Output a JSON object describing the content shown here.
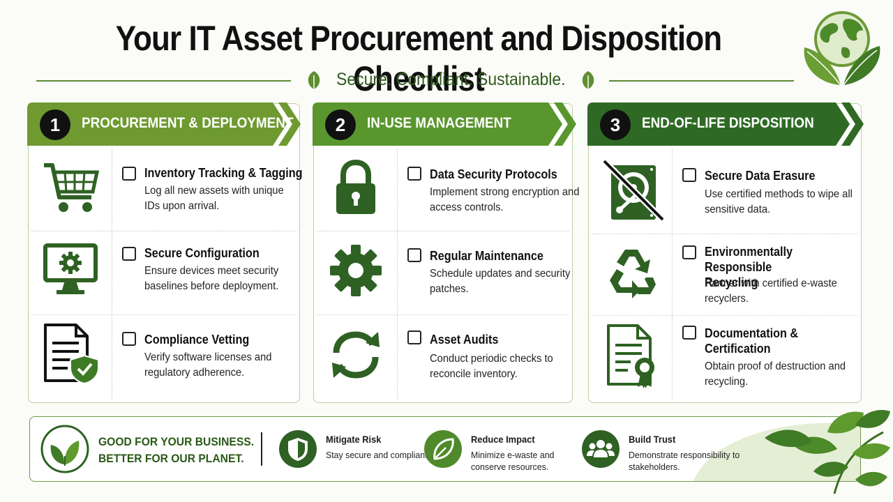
{
  "header": {
    "title": "Your IT Asset Procurement and Disposition Checklist",
    "subtitle": "Secure. Compliant. Sustainable."
  },
  "colors": {
    "light_green": "#6e9a30",
    "mid_green": "#4f8a2a",
    "dark_green": "#2f6a25",
    "icon_green": "#2e6123"
  },
  "columns": [
    {
      "number": "1",
      "title": "PROCUREMENT & DEPLOYMENT",
      "items": [
        {
          "icon": "shopping-cart-icon",
          "title": "Inventory Tracking & Tagging",
          "desc": "Log all new assets with unique IDs upon arrival."
        },
        {
          "icon": "monitor-gear-icon",
          "title": "Secure Configuration",
          "desc": "Ensure devices meet security baselines before deployment."
        },
        {
          "icon": "document-shield-icon",
          "title": "Compliance Vetting",
          "desc": "Verify software licenses and regulatory adherence."
        }
      ]
    },
    {
      "number": "2",
      "title": "IN-USE MANAGEMENT",
      "items": [
        {
          "icon": "padlock-icon",
          "title": "Data Security Protocols",
          "desc": "Implement strong encryption and access controls."
        },
        {
          "icon": "gear-icon",
          "title": "Regular Maintenance",
          "desc": "Schedule updates and security patches."
        },
        {
          "icon": "refresh-icon",
          "title": "Asset Audits",
          "desc": "Conduct periodic checks to reconcile inventory."
        }
      ]
    },
    {
      "number": "3",
      "title": "END-OF-LIFE DISPOSITION",
      "items": [
        {
          "icon": "hard-drive-crossed-icon",
          "title": "Secure Data Erasure",
          "desc": "Use certified methods to wipe all sensitive data."
        },
        {
          "icon": "recycle-icon",
          "title": "Environmentally Responsible Recycling",
          "desc": "Partner with certified e-waste recyclers."
        },
        {
          "icon": "certificate-icon",
          "title": "Documentation & Certification",
          "desc": "Obtain proof of destruction and recycling."
        }
      ]
    }
  ],
  "footer": {
    "slogan_line1": "GOOD FOR YOUR BUSINESS.",
    "slogan_line2": "BETTER FOR OUR PLANET.",
    "benefits": [
      {
        "icon": "shield-icon",
        "title": "Mitigate Risk",
        "desc": "Stay secure and compliant."
      },
      {
        "icon": "leaf-icon",
        "title": "Reduce Impact",
        "desc": "Minimize e-waste and conserve resources."
      },
      {
        "icon": "people-icon",
        "title": "Build Trust",
        "desc": "Demonstrate responsibility to stakeholders."
      }
    ]
  }
}
